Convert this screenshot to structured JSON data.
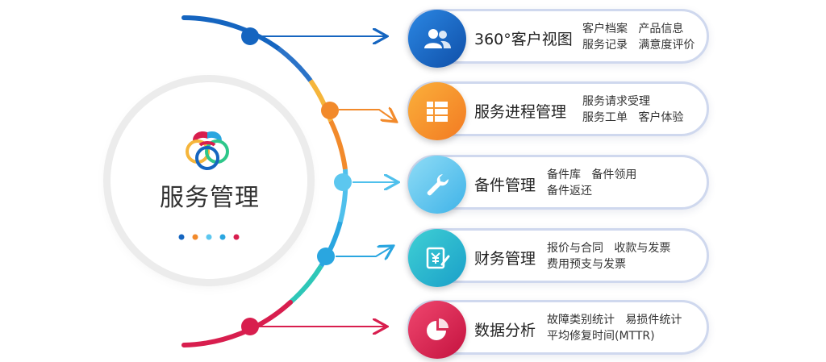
{
  "center": {
    "title": "服务管理"
  },
  "colors": {
    "blue_dark": "#1565c0",
    "orange": "#f28a2b",
    "light_blue": "#4fc0ec",
    "sky_blue": "#2aa6e0",
    "crimson": "#d81e4e",
    "card_border": "#cfd8ee"
  },
  "cards": [
    {
      "title": "360°客户视图",
      "icon": "users-icon",
      "color": "#1b6fd1",
      "lines": [
        "客户档案   产品信息",
        "服务记录   满意度评价"
      ]
    },
    {
      "title": "服务进程管理",
      "icon": "list-grid-icon",
      "color": "#f28a2b",
      "lines": [
        "服务请求受理",
        "服务工单   客户体验"
      ]
    },
    {
      "title": "备件管理",
      "icon": "wrench-icon",
      "color": "#5cc7ef",
      "lines": [
        "备件库   备件领用",
        "备件返还"
      ]
    },
    {
      "title": "财务管理",
      "icon": "yuan-invoice-icon",
      "color": "#23b2c9",
      "lines": [
        "报价与合同   收款与发票",
        "费用预支与发票"
      ]
    },
    {
      "title": "数据分析",
      "icon": "pie-chart-icon",
      "color": "#d81e4e",
      "lines": [
        "故障类别统计   易损件统计",
        "平均修复时间(MTTR)"
      ]
    }
  ]
}
